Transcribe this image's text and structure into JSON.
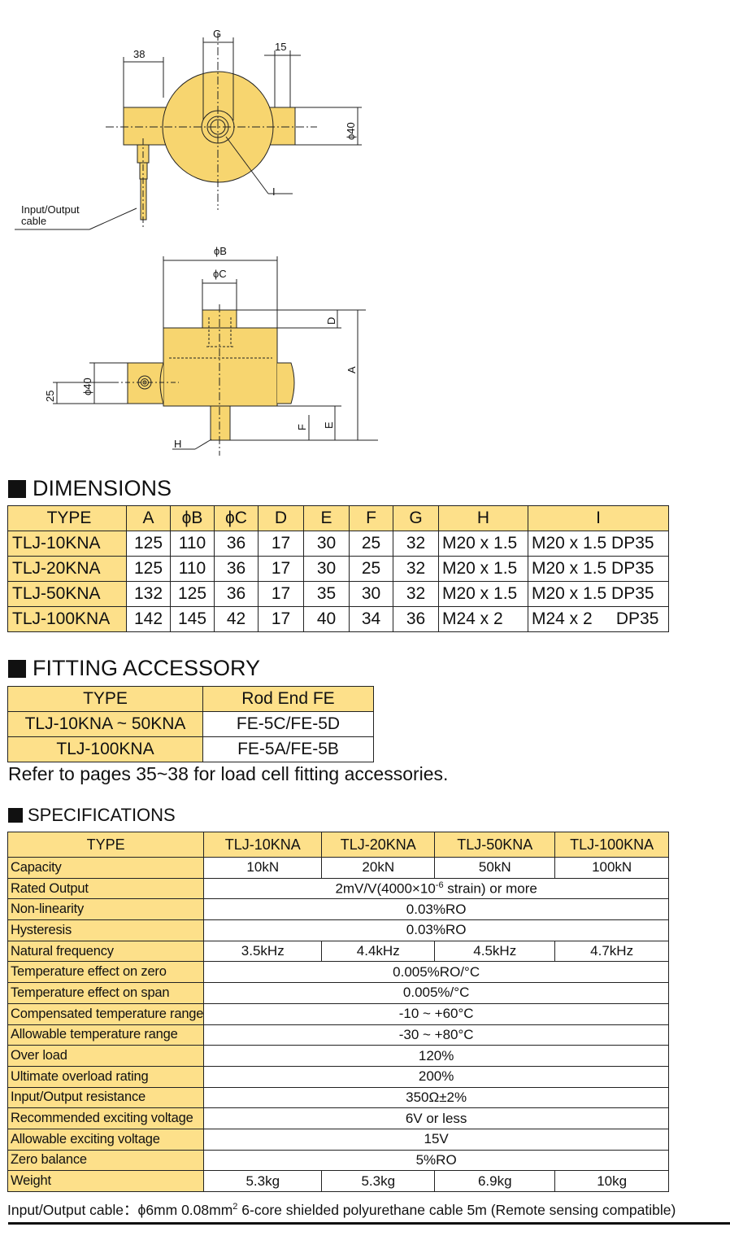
{
  "drawing": {
    "top_view": {
      "dim_38": "38",
      "dim_G": "G",
      "dim_15": "15",
      "dim_phi40": "ϕ40",
      "label_I": "I",
      "cable_label_line1": "Input/Output",
      "cable_label_line2": "cable"
    },
    "side_view": {
      "dim_phiB": "ϕB",
      "dim_phiC": "ϕC",
      "dim_D": "D",
      "dim_A": "A",
      "dim_F": "F",
      "dim_E": "E",
      "dim_25": "25",
      "dim_phi40": "ϕ40",
      "label_H": "H"
    },
    "colors": {
      "body_fill": "#f7d56f",
      "line": "#222222"
    }
  },
  "dimensions": {
    "title": "DIMENSIONS",
    "headers": [
      "TYPE",
      "A",
      "ϕB",
      "ϕC",
      "D",
      "E",
      "F",
      "G",
      "H",
      "I"
    ],
    "rows": [
      [
        "TLJ-10KNA",
        "125",
        "110",
        "36",
        "17",
        "30",
        "25",
        "32",
        "M20 x 1.5",
        "M20 x 1.5  DP35"
      ],
      [
        "TLJ-20KNA",
        "125",
        "110",
        "36",
        "17",
        "30",
        "25",
        "32",
        "M20 x 1.5",
        "M20 x 1.5  DP35"
      ],
      [
        "TLJ-50KNA",
        "132",
        "125",
        "36",
        "17",
        "35",
        "30",
        "32",
        "M20 x 1.5",
        "M20 x 1.5  DP35"
      ],
      [
        "TLJ-100KNA",
        "142",
        "145",
        "42",
        "17",
        "40",
        "34",
        "36",
        "M24 x 2",
        "M24 x 2     DP35"
      ]
    ]
  },
  "fitting": {
    "title": "FITTING ACCESSORY",
    "headers": [
      "TYPE",
      "Rod End FE"
    ],
    "rows": [
      [
        "TLJ-10KNA ~ 50KNA",
        "FE-5C/FE-5D"
      ],
      [
        "TLJ-100KNA",
        "FE-5A/FE-5B"
      ]
    ],
    "note": "Refer to pages 35~38 for load cell fitting accessories."
  },
  "specifications": {
    "title": "SPECIFICATIONS",
    "headers": [
      "TYPE",
      "TLJ-10KNA",
      "TLJ-20KNA",
      "TLJ-50KNA",
      "TLJ-100KNA"
    ],
    "capacity": {
      "label": "Capacity",
      "values": [
        "10kN",
        "20kN",
        "50kN",
        "100kN"
      ]
    },
    "rated_output": {
      "label": "Rated Output",
      "value_prefix": "2mV/V(4000×10",
      "value_sup": "-6",
      "value_suffix": " strain) or more"
    },
    "non_linearity": {
      "label": "Non-linearity",
      "value": "0.03%RO"
    },
    "hysteresis": {
      "label": "Hysteresis",
      "value": "0.03%RO"
    },
    "natural_frequency": {
      "label": "Natural frequency",
      "values": [
        "3.5kHz",
        "4.4kHz",
        "4.5kHz",
        "4.7kHz"
      ]
    },
    "temp_zero": {
      "label": "Temperature effect on zero",
      "value": "0.005%RO/°C"
    },
    "temp_span": {
      "label": "Temperature effect on span",
      "value": "0.005%/°C"
    },
    "comp_temp": {
      "label": "Compensated temperature range",
      "value": "-10 ~ +60°C"
    },
    "allow_temp": {
      "label": "Allowable temperature range",
      "value": "-30 ~ +80°C"
    },
    "over_load": {
      "label": "Over load",
      "value": "120%"
    },
    "ultimate": {
      "label": "Ultimate overload rating",
      "value": "200%"
    },
    "io_resistance": {
      "label": "Input/Output resistance",
      "value": "350Ω±2%"
    },
    "rec_voltage": {
      "label": "Recommended exciting voltage",
      "value": "6V or less"
    },
    "allow_voltage": {
      "label": "Allowable exciting voltage",
      "value": "15V"
    },
    "zero_balance": {
      "label": "Zero balance",
      "value": "5%RO"
    },
    "weight": {
      "label": "Weight",
      "values": [
        "5.3kg",
        "5.3kg",
        "6.9kg",
        "10kg"
      ]
    }
  },
  "footer": {
    "prefix": "Input/Output cable：ϕ6mm  0.08mm",
    "sup": "2",
    "suffix": " 6-core shielded polyurethane cable 5m (Remote sensing compatible)"
  }
}
